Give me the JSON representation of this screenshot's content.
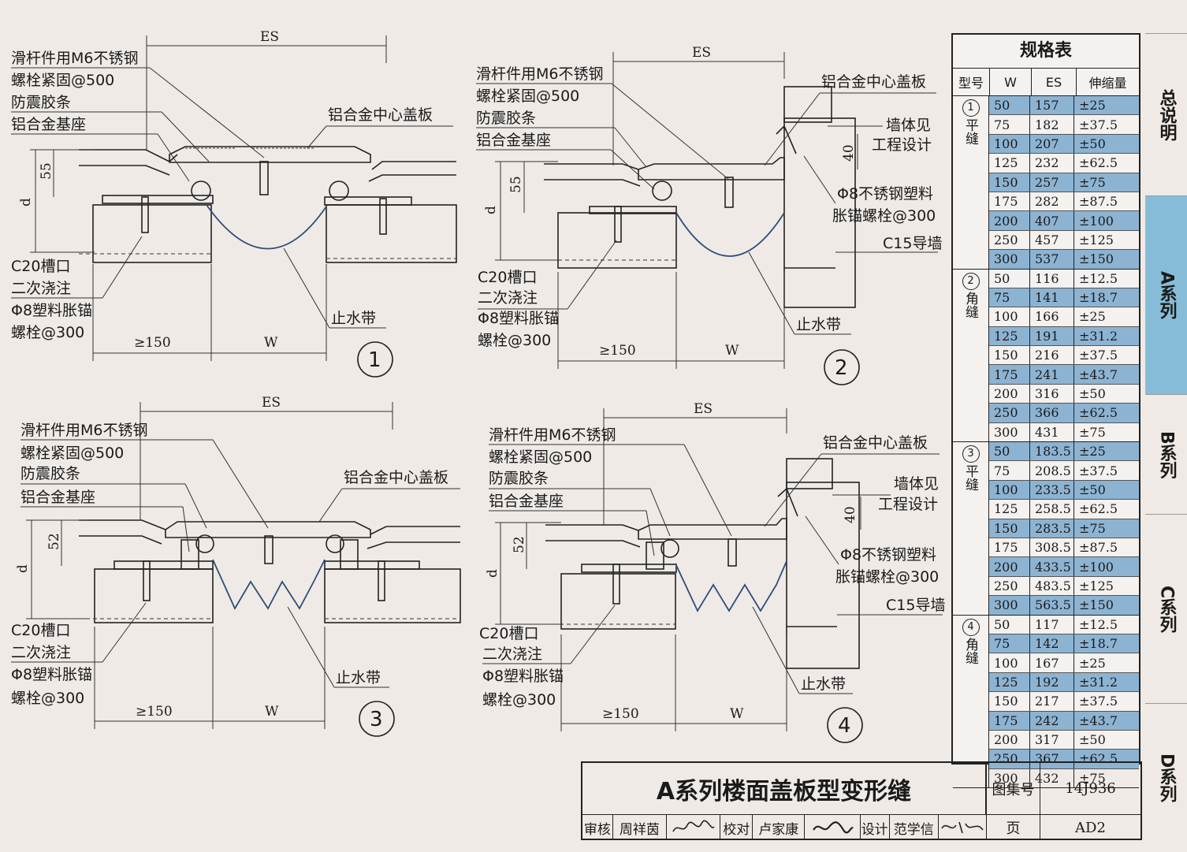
{
  "details": {
    "d1": {
      "labels_left": [
        "滑杆件用M6不锈钢",
        "螺栓紧固@500",
        "防震胶条",
        "铝合金基座"
      ],
      "label_cover": "铝合金中心盖板",
      "label_groove": "C20槽口",
      "label_grout": "二次浇注",
      "label_anchor1": "Φ8塑料胀锚",
      "label_anchor2": "螺栓@300",
      "label_waterstop": "止水带",
      "dim_es": "ES",
      "dim_h": "55",
      "dim_d": "d",
      "dim_150": "≥150",
      "dim_w": "W",
      "number": "1"
    },
    "d2": {
      "labels_left": [
        "滑杆件用M6不锈钢",
        "螺栓紧固@500",
        "防震胶条",
        "铝合金基座"
      ],
      "label_cover": "铝合金中心盖板",
      "label_wall1": "墙体见",
      "label_wall2": "工程设计",
      "label_bolt1": "Φ8不锈钢塑料",
      "label_bolt2": "胀锚螺栓@300",
      "label_guide": "C15导墙",
      "label_groove": "C20槽口",
      "label_grout": "二次浇注",
      "label_anchor1": "Φ8塑料胀锚",
      "label_anchor2": "螺栓@300",
      "label_waterstop": "止水带",
      "dim_es": "ES",
      "dim_h": "55",
      "dim_d": "d",
      "dim_40": "40",
      "dim_150": "≥150",
      "dim_w": "W",
      "number": "2"
    },
    "d3": {
      "labels_left": [
        "滑杆件用M6不锈钢",
        "螺栓紧固@500",
        "防震胶条",
        "铝合金基座"
      ],
      "label_cover": "铝合金中心盖板",
      "label_groove": "C20槽口",
      "label_grout": "二次浇注",
      "label_anchor1": "Φ8塑料胀锚",
      "label_anchor2": "螺栓@300",
      "label_waterstop": "止水带",
      "dim_es": "ES",
      "dim_h": "52",
      "dim_d": "d",
      "dim_150": "≥150",
      "dim_w": "W",
      "number": "3"
    },
    "d4": {
      "labels_left": [
        "滑杆件用M6不锈钢",
        "螺栓紧固@500",
        "防震胶条",
        "铝合金基座"
      ],
      "label_cover": "铝合金中心盖板",
      "label_wall1": "墙体见",
      "label_wall2": "工程设计",
      "label_bolt1": "Φ8不锈钢塑料",
      "label_bolt2": "胀锚螺栓@300",
      "label_guide": "C15导墙",
      "label_groove": "C20槽口",
      "label_grout": "二次浇注",
      "label_anchor1": "Φ8塑料胀锚",
      "label_anchor2": "螺栓@300",
      "label_waterstop": "止水带",
      "dim_es": "ES",
      "dim_h": "52",
      "dim_d": "d",
      "dim_40": "40",
      "dim_150": "≥150",
      "dim_w": "W",
      "number": "4"
    }
  },
  "spec_table": {
    "title": "规格表",
    "headers": [
      "型号",
      "W",
      "ES",
      "伸缩量"
    ],
    "highlight_color": "#8db3d2",
    "groups": [
      {
        "num": "1",
        "name": "平缝",
        "rows": [
          [
            "50",
            "157",
            "±25",
            true
          ],
          [
            "75",
            "182",
            "±37.5",
            false
          ],
          [
            "100",
            "207",
            "±50",
            true
          ],
          [
            "125",
            "232",
            "±62.5",
            false
          ],
          [
            "150",
            "257",
            "±75",
            true
          ],
          [
            "175",
            "282",
            "±87.5",
            false
          ],
          [
            "200",
            "407",
            "±100",
            true
          ],
          [
            "250",
            "457",
            "±125",
            false
          ],
          [
            "300",
            "537",
            "±150",
            true
          ]
        ]
      },
      {
        "num": "2",
        "name": "角缝",
        "rows": [
          [
            "50",
            "116",
            "±12.5",
            false
          ],
          [
            "75",
            "141",
            "±18.7",
            true
          ],
          [
            "100",
            "166",
            "±25",
            false
          ],
          [
            "125",
            "191",
            "±31.2",
            true
          ],
          [
            "150",
            "216",
            "±37.5",
            false
          ],
          [
            "175",
            "241",
            "±43.7",
            true
          ],
          [
            "200",
            "316",
            "±50",
            false
          ],
          [
            "250",
            "366",
            "±62.5",
            true
          ],
          [
            "300",
            "431",
            "±75",
            false
          ]
        ]
      },
      {
        "num": "3",
        "name": "平缝",
        "rows": [
          [
            "50",
            "183.5",
            "±25",
            true
          ],
          [
            "75",
            "208.5",
            "±37.5",
            false
          ],
          [
            "100",
            "233.5",
            "±50",
            true
          ],
          [
            "125",
            "258.5",
            "±62.5",
            false
          ],
          [
            "150",
            "283.5",
            "±75",
            true
          ],
          [
            "175",
            "308.5",
            "±87.5",
            false
          ],
          [
            "200",
            "433.5",
            "±100",
            true
          ],
          [
            "250",
            "483.5",
            "±125",
            false
          ],
          [
            "300",
            "563.5",
            "±150",
            true
          ]
        ]
      },
      {
        "num": "4",
        "name": "角缝",
        "rows": [
          [
            "50",
            "117",
            "±12.5",
            false
          ],
          [
            "75",
            "142",
            "±18.7",
            true
          ],
          [
            "100",
            "167",
            "±25",
            false
          ],
          [
            "125",
            "192",
            "±31.2",
            true
          ],
          [
            "150",
            "217",
            "±37.5",
            false
          ],
          [
            "175",
            "242",
            "±43.7",
            true
          ],
          [
            "200",
            "317",
            "±50",
            false
          ],
          [
            "250",
            "367",
            "±62.5",
            true
          ],
          [
            "300",
            "432",
            "±75",
            false
          ]
        ]
      }
    ]
  },
  "side_tabs": [
    {
      "label": "总说明",
      "active": false
    },
    {
      "label": "A系列",
      "active": true
    },
    {
      "label": "B系列",
      "active": false
    },
    {
      "label": "C系列",
      "active": false
    },
    {
      "label": "D系列",
      "active": false
    }
  ],
  "title_block": {
    "title": "A系列楼面盖板型变形缝",
    "atlas_label": "图集号",
    "atlas_value": "14J936",
    "page_label": "页",
    "page_value": "AD2",
    "review_label": "审核",
    "review_name": "周祥茵",
    "check_label": "校对",
    "check_name": "卢家康",
    "design_label": "设计",
    "design_name": "范学信"
  }
}
